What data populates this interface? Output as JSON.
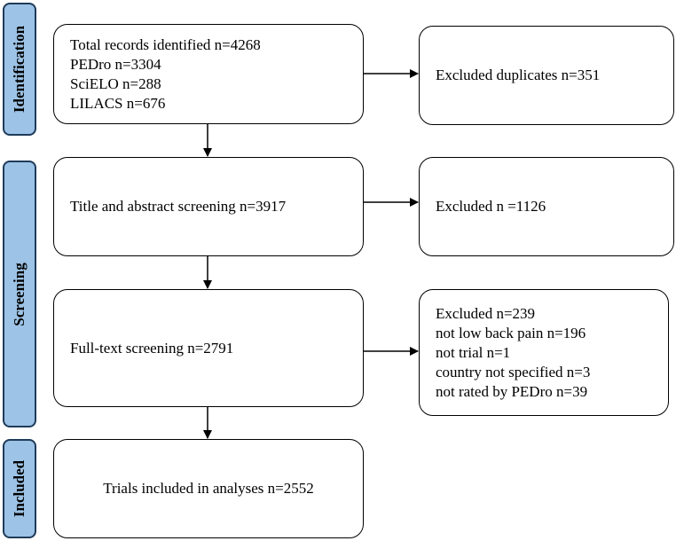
{
  "phases": {
    "identification": "Identification",
    "screening": "Screening",
    "included": "Included"
  },
  "boxes": {
    "records": {
      "lines": [
        "Total records identified n=4268",
        "PEDro n=3304",
        "SciELO n=288",
        "LILACS n=676"
      ]
    },
    "duplicates": {
      "lines": [
        "Excluded duplicates n=351"
      ]
    },
    "title_abstract": {
      "lines": [
        "Title and abstract screening n=3917"
      ]
    },
    "excluded_ta": {
      "lines": [
        "Excluded n =1126"
      ]
    },
    "fulltext": {
      "lines": [
        "Full-text screening n=2791"
      ]
    },
    "excluded_ft": {
      "lines": [
        "Excluded n=239",
        "not low back pain n=196",
        "not trial n=1",
        "country not specified n=3",
        "not rated by PEDro n=39"
      ]
    },
    "included": {
      "lines": [
        "Trials included in analyses n=2552"
      ]
    }
  },
  "colors": {
    "phase_fill": "#9dc3e6",
    "phase_border": "#1f3b5a",
    "box_border": "#000000"
  }
}
